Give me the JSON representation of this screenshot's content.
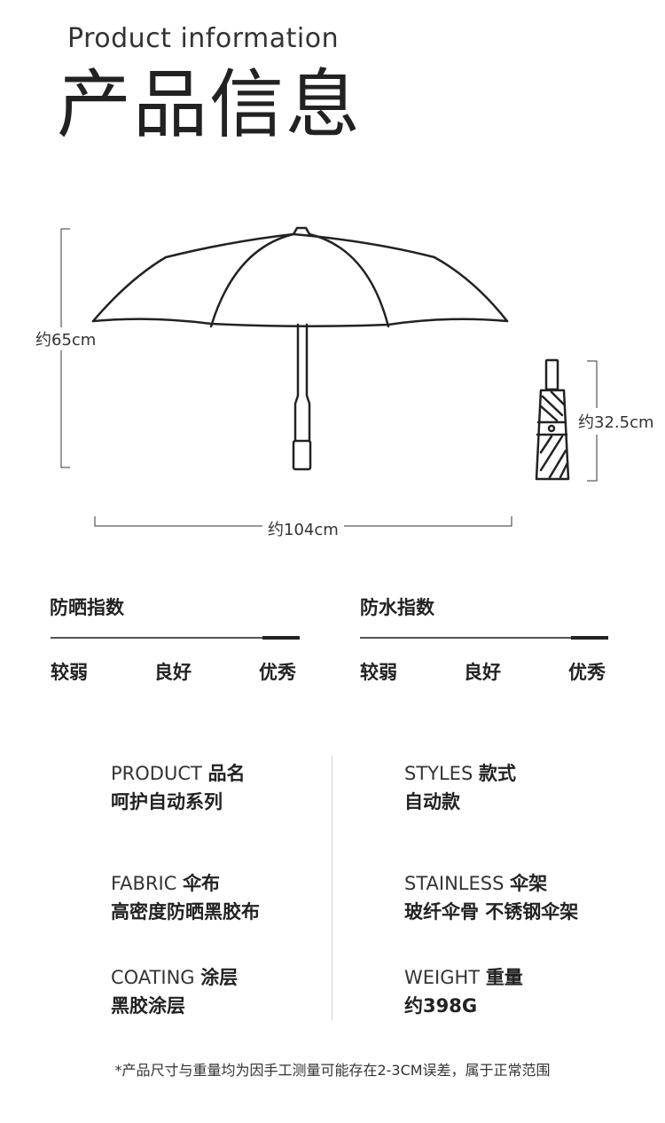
{
  "header": {
    "title_en": "Product information",
    "title_cn": "产品信息"
  },
  "dimensions": {
    "open_height": "约65cm",
    "open_width": "约104cm",
    "folded_length": "约32.5cm"
  },
  "ratings": [
    {
      "title": "防晒指数",
      "labels": [
        "较弱",
        "良好",
        "优秀"
      ],
      "level": 0.85
    },
    {
      "title": "防水指数",
      "labels": [
        "较弱",
        "良好",
        "优秀"
      ],
      "level": 0.85
    }
  ],
  "specs": {
    "product": {
      "en": "PRODUCT",
      "cn": "品名",
      "value": "呵护自动系列"
    },
    "styles": {
      "en": "STYLES",
      "cn": "款式",
      "value": "自动款"
    },
    "fabric": {
      "en": "FABRIC",
      "cn": "伞布",
      "value": "高密度防晒黑胶布"
    },
    "stainless": {
      "en": "STAINLESS",
      "cn": "伞架",
      "value": "玻纤伞骨 不锈钢伞架"
    },
    "coating": {
      "en": "COATING",
      "cn": "涂层",
      "value": "黑胶涂层"
    },
    "weight": {
      "en": "WEIGHT",
      "cn": "重量",
      "value": "约398G"
    }
  },
  "note": "*产品尺寸与重量均为因手工测量可能存在2-3CM误差，属于正常范围",
  "colors": {
    "text": "#222222",
    "line": "#555555",
    "divider": "#cccccc"
  }
}
